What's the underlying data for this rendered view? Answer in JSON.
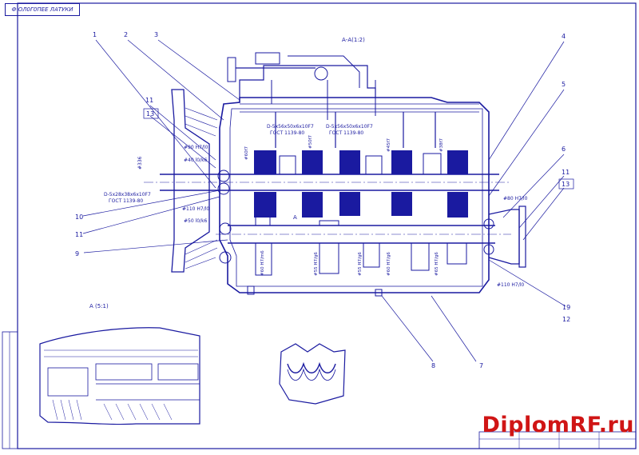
{
  "stamp": "Ф ОЛ0Г0ПЕЕ ЛАТУКИ",
  "section_main": "А-А(1:2)",
  "section_detail_a": "А (5:1)",
  "detail_marker": "А",
  "callouts": [
    {
      "id": "c1",
      "label": "1"
    },
    {
      "id": "c2",
      "label": "2"
    },
    {
      "id": "c3",
      "label": "3"
    },
    {
      "id": "c4",
      "label": "4"
    },
    {
      "id": "c5",
      "label": "5"
    },
    {
      "id": "c6",
      "label": "6"
    },
    {
      "id": "c7",
      "label": "7"
    },
    {
      "id": "c8",
      "label": "8"
    },
    {
      "id": "c9",
      "label": "9"
    },
    {
      "id": "c10",
      "label": "10"
    },
    {
      "id": "c11a",
      "label": "11"
    },
    {
      "id": "c11b",
      "label": "11"
    },
    {
      "id": "c11c",
      "label": "11"
    },
    {
      "id": "c12",
      "label": "12"
    },
    {
      "id": "c13a",
      "label": "13"
    },
    {
      "id": "c13b",
      "label": "13"
    },
    {
      "id": "c19",
      "label": "19"
    }
  ],
  "fits": {
    "spline1": "D-5х56х50х6х10F7",
    "spline1_std": "ГОСТ 1139-80",
    "spline2": "D-5х56х50х6х10F7",
    "spline2_std": "ГОСТ 1139-80",
    "spline3": "D-5х28х38х6х10F7",
    "spline3_std": "ГОСТ 1139-80",
    "f90": "#90 H7/l0",
    "f40": "#40 l0/k6",
    "f110a": "#110 H7/l0",
    "f50": "#50 l0/k6",
    "f80": "#80 H7/l0",
    "f110b": "#110 H7/l0",
    "f60": "#60 H7/m6",
    "f55a": "#55 H7/g6",
    "f55b": "#55 H7/g6",
    "f60b": "#60 H7/g6",
    "f65": "#65 H7/g6",
    "dim1": "#336",
    "sh1": "#60f7",
    "sh2": "#50f7",
    "sh3": "#45f7",
    "sh4": "#38f7"
  },
  "watermark": "DiplomRF.ru"
}
